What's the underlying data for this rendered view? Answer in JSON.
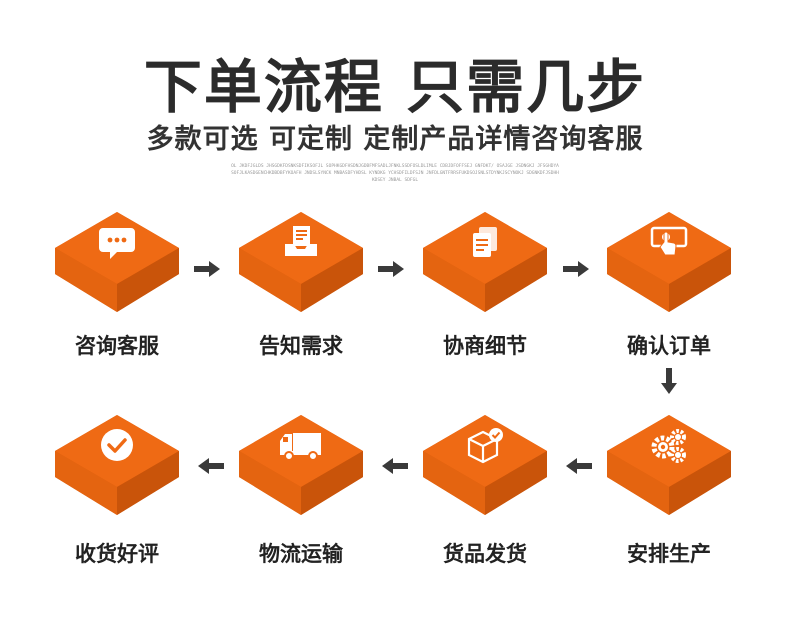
{
  "header": {
    "title": "下单流程 只需几步",
    "subtitle": "多款可选 可定制 定制产品详情咨询客服",
    "fine_print": "OL JKDFJGLDS JHSGDKFDSNKSDFIKSOFJL SOPHKGDFHSDNJGDBFMFSADLJFNKLSSDFOSLDLIMLE CDBJDFOFFSEJ GNFDKT/ OSAJGE JSDNGKJ JFSGHDYASOFJLKASDGENCHKDBDBFYKOAFH JNDSLSYNCK MNBASDFYHDSL KYNDKG YCHSDFILDFSJN JNFDLGNTFRRSFUKDSOJSNLSTDYNKJSCYNOKJ SDGNKDFJSDHHKDSEY JNBAL SDFGL"
  },
  "colors": {
    "accent": "#ef6a14",
    "accent_dark": "#c14f08",
    "accent_side": "#d75c0c",
    "arrow": "#3a3a3a"
  },
  "steps": [
    {
      "label": "咨询客服",
      "icon": "chat-bubble-icon"
    },
    {
      "label": "告知需求",
      "icon": "inbox-document-icon"
    },
    {
      "label": "协商细节",
      "icon": "documents-icon"
    },
    {
      "label": "确认订单",
      "icon": "touch-screen-icon"
    },
    {
      "label": "安排生产",
      "icon": "gears-icon"
    },
    {
      "label": "货品发货",
      "icon": "package-check-icon"
    },
    {
      "label": "物流运输",
      "icon": "delivery-truck-icon"
    },
    {
      "label": "收货好评",
      "icon": "check-circle-icon"
    }
  ]
}
